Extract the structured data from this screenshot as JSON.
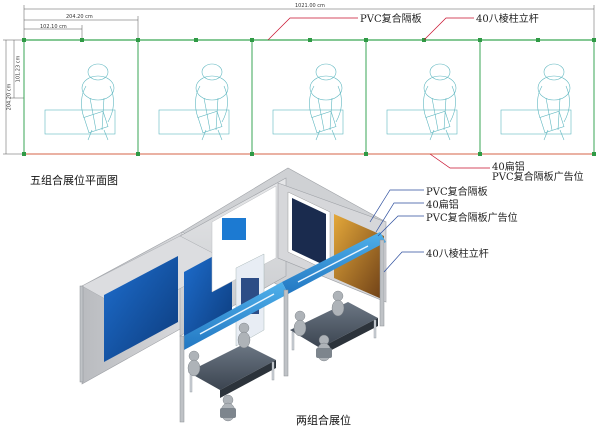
{
  "dimensions": {
    "total": "1021.00 cm",
    "two_module": "204.20 cm",
    "one_module": "102.10 cm",
    "height_outer": "204.20 cm",
    "height_inner": "101.23 cm"
  },
  "plan_labels": {
    "pvc_panel": "PVC复合隔板",
    "octagonal_post": "40八棱柱立杆",
    "flat_aluminum": "40扁铝",
    "pvc_ad_panel": "PVC复合隔板广告位"
  },
  "plan_caption": "五组合展位平面图",
  "booth_labels": {
    "pvc_panel": "PVC复合隔板",
    "flat_aluminum": "40扁铝",
    "pvc_ad_panel": "PVC复合隔板广告位",
    "octagonal_post": "40八棱柱立杆"
  },
  "booth_caption": "两组合展位",
  "colors": {
    "header_blue": "#2f8fd6",
    "panel_grey": "#d9dadc",
    "plan_green": "#3aa655",
    "plan_cyan": "#69c9c9",
    "leader_red": "#c8102e",
    "desk_grey": "#4d5764"
  }
}
